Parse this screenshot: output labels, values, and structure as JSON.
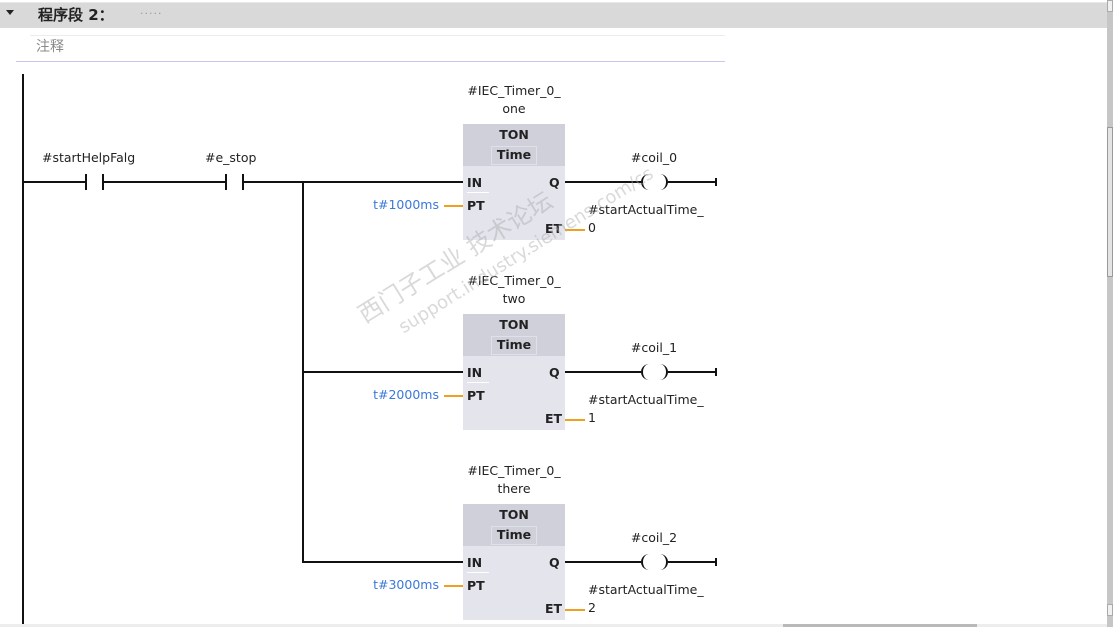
{
  "network": {
    "title": "程序段 2：",
    "title_suffix": ".....",
    "comment_placeholder": "注释"
  },
  "contacts": [
    {
      "operand": "#startHelpFalg",
      "type": "NO contact"
    },
    {
      "operand": "#e_stop",
      "type": "NO contact"
    }
  ],
  "timers": [
    {
      "instance_line1": "#IEC_Timer_0_",
      "instance_line2": "one",
      "type": "TON",
      "subtype": "Time",
      "pt": "t#1000ms",
      "coil": "#coil_0",
      "et_line1": "#startActualTime_",
      "et_line2": "0",
      "pins": {
        "in": "IN",
        "pt": "PT",
        "q": "Q",
        "et": "ET"
      }
    },
    {
      "instance_line1": "#IEC_Timer_0_",
      "instance_line2": "two",
      "type": "TON",
      "subtype": "Time",
      "pt": "t#2000ms",
      "coil": "#coil_1",
      "et_line1": "#startActualTime_",
      "et_line2": "1",
      "pins": {
        "in": "IN",
        "pt": "PT",
        "q": "Q",
        "et": "ET"
      }
    },
    {
      "instance_line1": "#IEC_Timer_0_",
      "instance_line2": "there",
      "type": "TON",
      "subtype": "Time",
      "pt": "t#3000ms",
      "coil": "#coil_2",
      "et_line1": "#startActualTime_",
      "et_line2": "2",
      "pins": {
        "in": "IN",
        "pt": "PT",
        "q": "Q",
        "et": "ET"
      }
    }
  ],
  "watermark": {
    "line1": "西门子工业 技术论坛",
    "line2": "support.industry.siemens.com/cs"
  },
  "colors": {
    "wire": "#111111",
    "param_wire": "#f0a020",
    "constant_text": "#3c78d8",
    "block_fill": "#e3e4ec",
    "header_bg": "#d9d9d9"
  }
}
